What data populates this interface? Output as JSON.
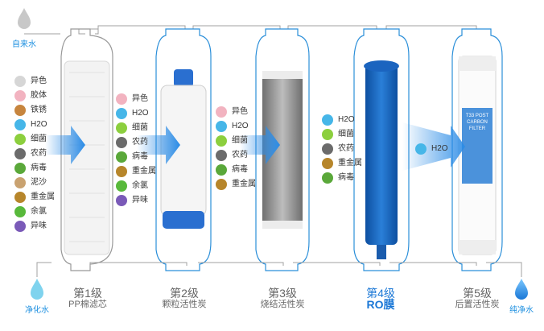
{
  "inlet": {
    "label": "自来水"
  },
  "outlet": {
    "label": "纯净水"
  },
  "drain": {
    "label": "净化水"
  },
  "stage1": {
    "num": "第1级",
    "name": "PP棉滤芯",
    "items": [
      "异色",
      "胶体",
      "铁锈",
      "H2O",
      "细菌",
      "农药",
      "病毒",
      "泥沙",
      "重金属",
      "余氯",
      "异味"
    ]
  },
  "stage2": {
    "num": "第2级",
    "name": "颗粒活性炭",
    "items": [
      "异色",
      "H2O",
      "细菌",
      "农药",
      "病毒",
      "重金属",
      "余氯",
      "异味"
    ]
  },
  "stage3": {
    "num": "第3级",
    "name": "烧结活性炭",
    "items": [
      "异色",
      "H2O",
      "细菌",
      "农药",
      "病毒",
      "重金属"
    ]
  },
  "stage4": {
    "num": "第4级",
    "name": "RO膜",
    "items": [
      "H2O",
      "细菌",
      "农药",
      "重金属",
      "病毒"
    ]
  },
  "stage5": {
    "num": "第5级",
    "name": "后置活性炭",
    "items": [
      "H2O"
    ],
    "cartridge_text": "T33 POST CARBON FILTER"
  },
  "colors": {
    "accent": "#1a77d6",
    "arrow": "#2a8be6",
    "pipe": "#9a9a9a"
  }
}
